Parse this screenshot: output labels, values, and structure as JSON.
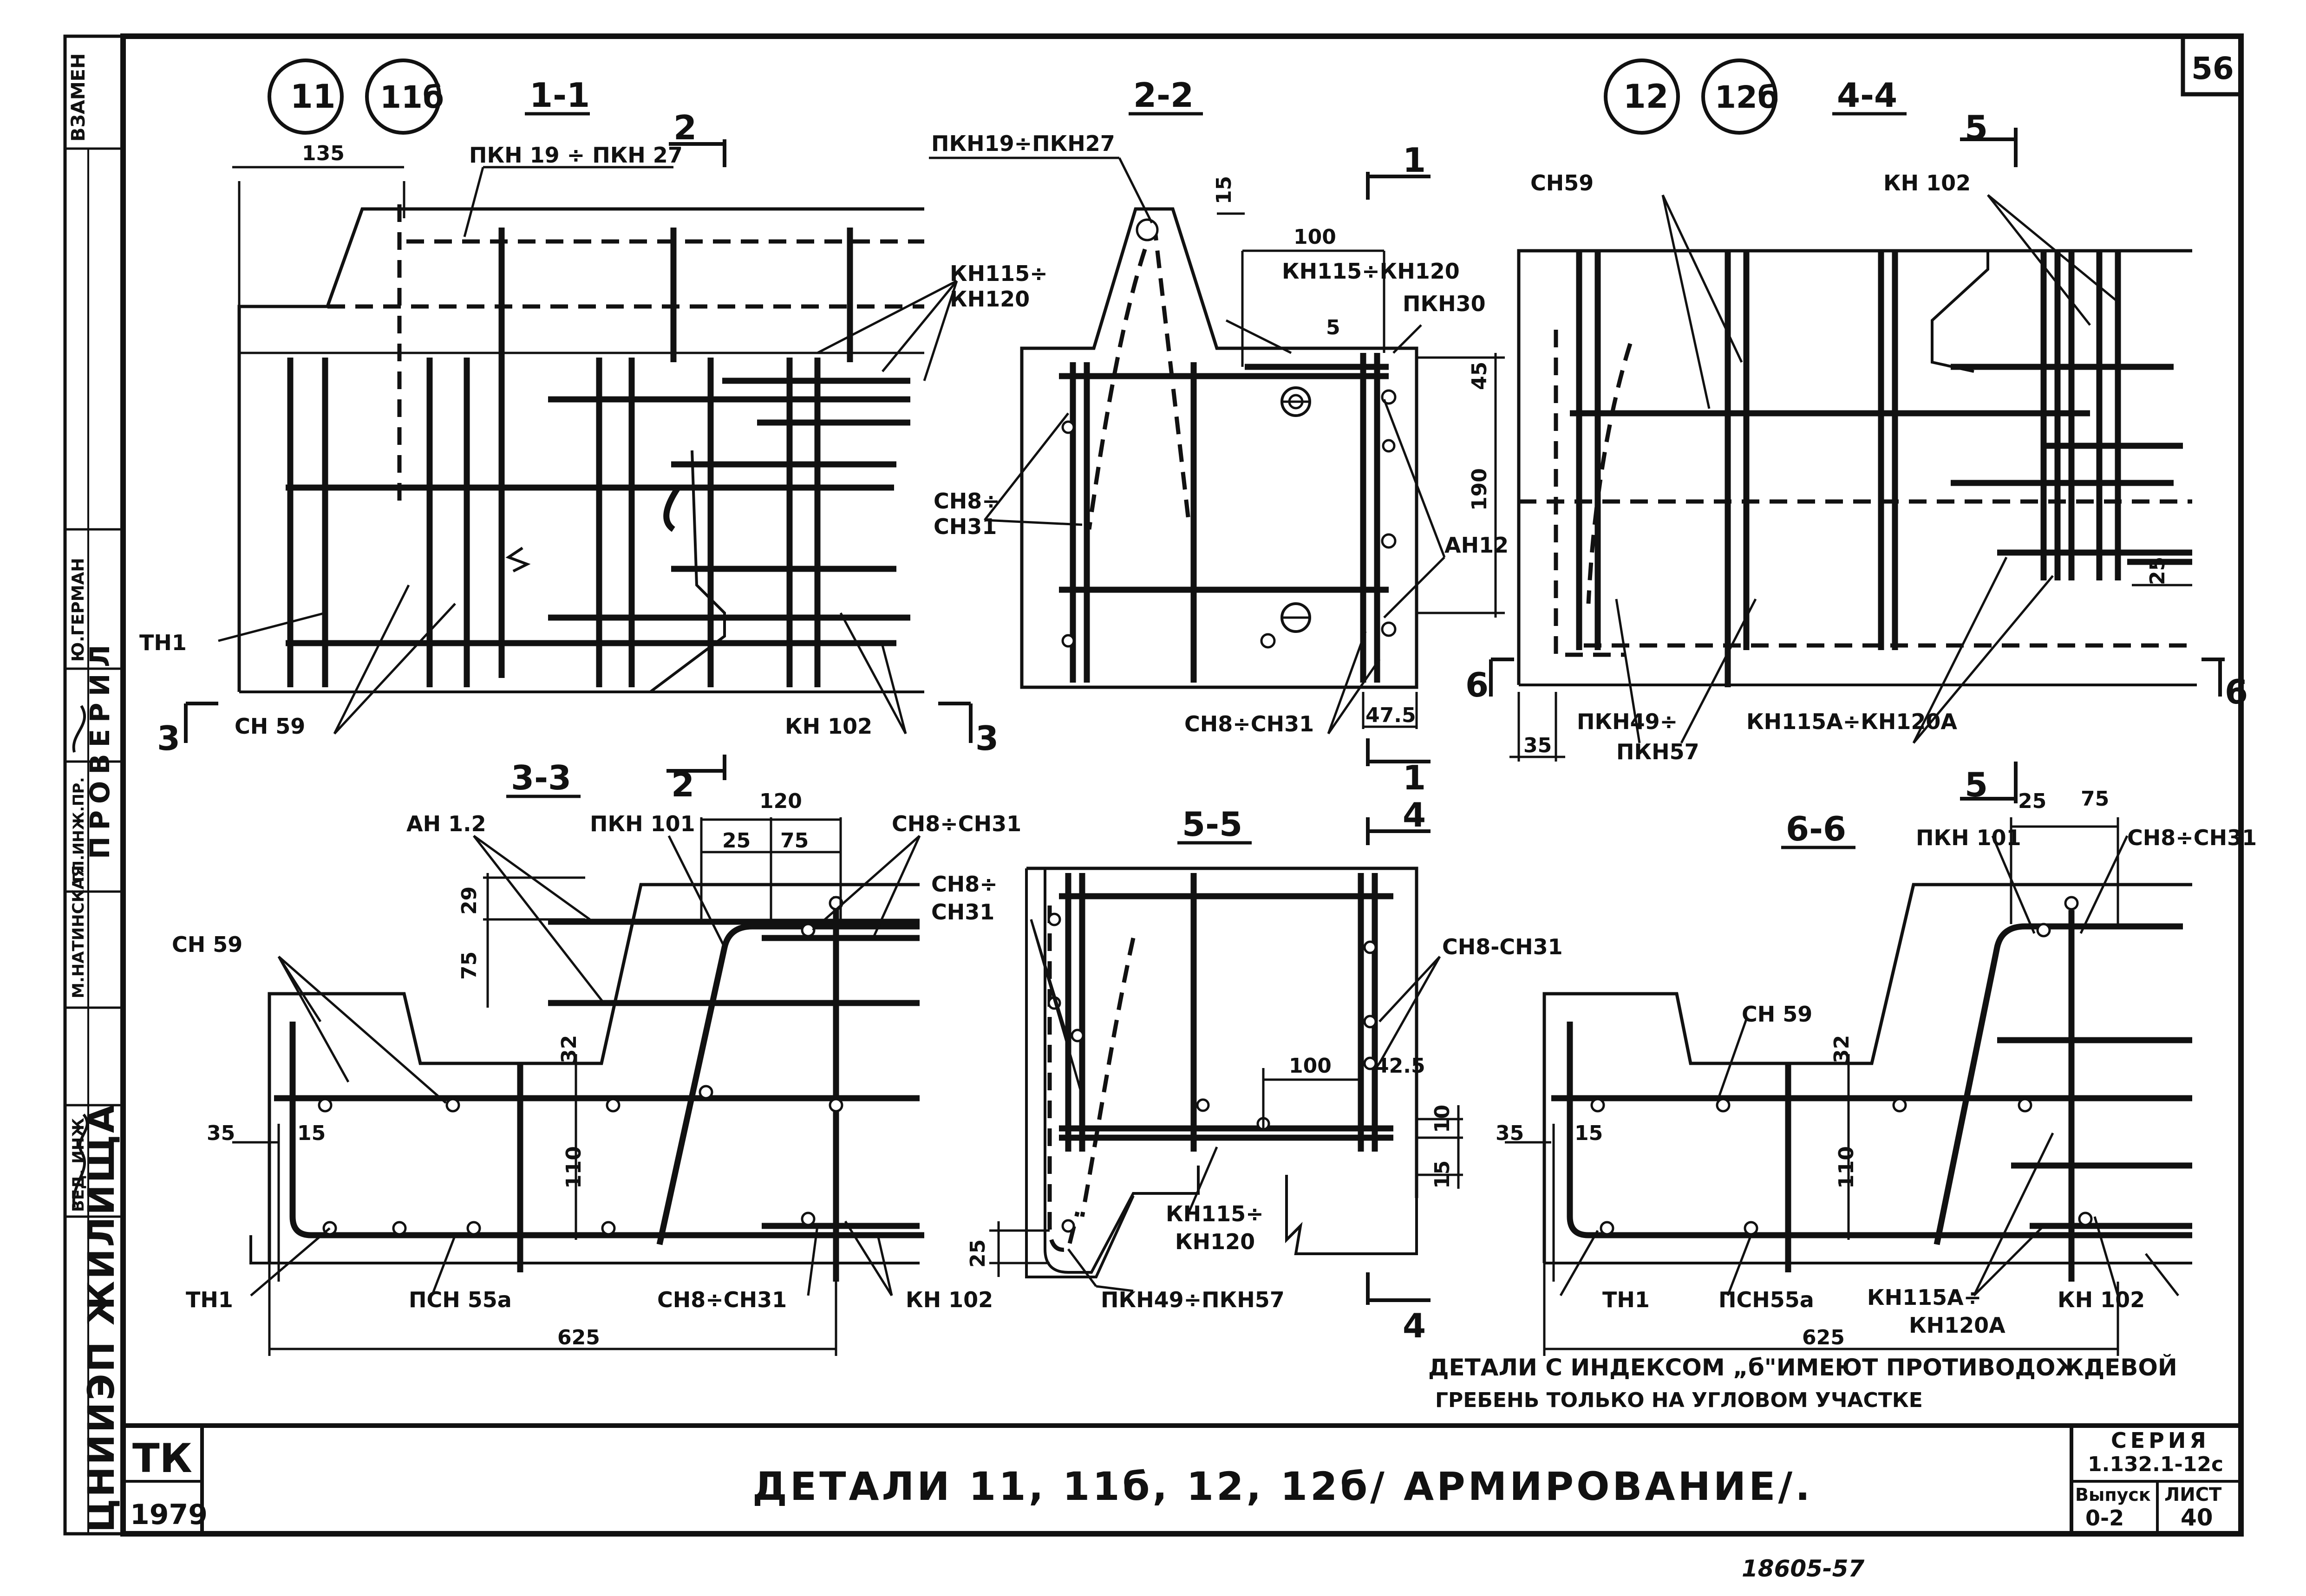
{
  "sheet": {
    "sheet_number": "56",
    "stamp_code": "ТК",
    "stamp_year": "1979",
    "title": "ДЕТАЛИ 11, 11б, 12, 12б/ АРМИРОВАНИЕ/.",
    "series_label": "СЕРИЯ",
    "series_value": "1.132.1-12с",
    "issue_label": "Выпуск",
    "issue_value": "0-2",
    "list_label": "ЛИСТ",
    "list_value": "40",
    "bottom_note": "18605-57",
    "note_line1": "ДЕТАЛИ С ИНДЕКСОМ „б\"ИМЕЮТ ПРОТИВОДОЖДЕВОЙ",
    "note_line2": "ГРЕБЕНЬ ТОЛЬКО НА УГЛОВОМ УЧАСТКЕ"
  },
  "side_strip": {
    "org": "ЦНИИЭП ЖИЛИЩА",
    "role_chief": "ВЕД. ИНЖ",
    "name_chief": "М.НАТИНСКАЯ",
    "role_gip": "ГЛ.ИНЖ.ПР.",
    "name_gip": "Ю.ГЕРМАН",
    "checked": "ПРОВЕРИЛ",
    "replaces": "ВЗАМЕН"
  },
  "markers": {
    "m11": "11",
    "m11b": "11б",
    "m12": "12",
    "m12b": "12б"
  },
  "sections": {
    "s11": "1-1",
    "s22": "2-2",
    "s44": "4-4",
    "s33": "3-3",
    "s55": "5-5",
    "s66": "6-6"
  },
  "cut_marks": {
    "c1": "1",
    "c2": "2",
    "c3": "3",
    "c4": "4",
    "c5": "5",
    "c6": "6"
  },
  "labels_11": {
    "pkn19_27": "ПКН 19 ÷ ПКН 27",
    "kn115": "КН115÷",
    "kn120": "КН120",
    "tn1": "ТН1",
    "sn59": "СН 59",
    "kn102": "КН 102",
    "d135": "135"
  },
  "labels_22": {
    "pkn19_27": "ПКН19÷ПКН27",
    "kn115_120": "КН115÷КН120",
    "pkn30": "ПКН30",
    "sn8": "СН8÷",
    "sn31": "СН31",
    "an12": "АН12",
    "sn8_31": "СН8÷СН31",
    "d15": "15",
    "d100": "100",
    "d5": "5",
    "d45": "45",
    "d190": "190",
    "d47": "47.5"
  },
  "labels_44": {
    "sn59": "СН59",
    "kn102": "КН 102",
    "pkn49": "ПКН49÷",
    "pkn57": "ПКН57",
    "kn115a": "КН115А÷КН120А",
    "d25": "25",
    "d35": "35"
  },
  "labels_33": {
    "an12": "АН 1.2",
    "pkn101": "ПКН 101",
    "sn8_31": "СН8÷СН31",
    "sn59": "СН 59",
    "tn1": "ТН1",
    "psn55": "ПСН 55а",
    "sn8_31b": "СН8÷СН31",
    "kn102": "КН 102",
    "d120": "120",
    "d25": "25",
    "d75a": "75",
    "d29": "29",
    "d75b": "75",
    "d32": "32",
    "d110": "110",
    "d35": "35",
    "d15": "15",
    "d625": "625"
  },
  "labels_55": {
    "sn8": "СН8÷",
    "sn31": "СН31",
    "sn8_31": "СН8-СН31",
    "kn115": "КН115÷",
    "kn120": "КН120",
    "pkn49_57": "ПКН49÷ПКН57",
    "d100": "100",
    "d42": "42.5",
    "d10": "10",
    "d15": "15",
    "d25": "25"
  },
  "labels_66": {
    "pkn101": "ПКН 101",
    "sn8_31": "СН8÷СН31",
    "sn59": "СН 59",
    "tn1": "ТН1",
    "psn55": "ПСН55а",
    "kn115a": "КН115А÷",
    "kn120a": "КН120А",
    "kn102": "КН 102",
    "d25": "25",
    "d75": "75",
    "d32": "32",
    "d110": "110",
    "d35": "35",
    "d15": "15",
    "d625": "625"
  }
}
